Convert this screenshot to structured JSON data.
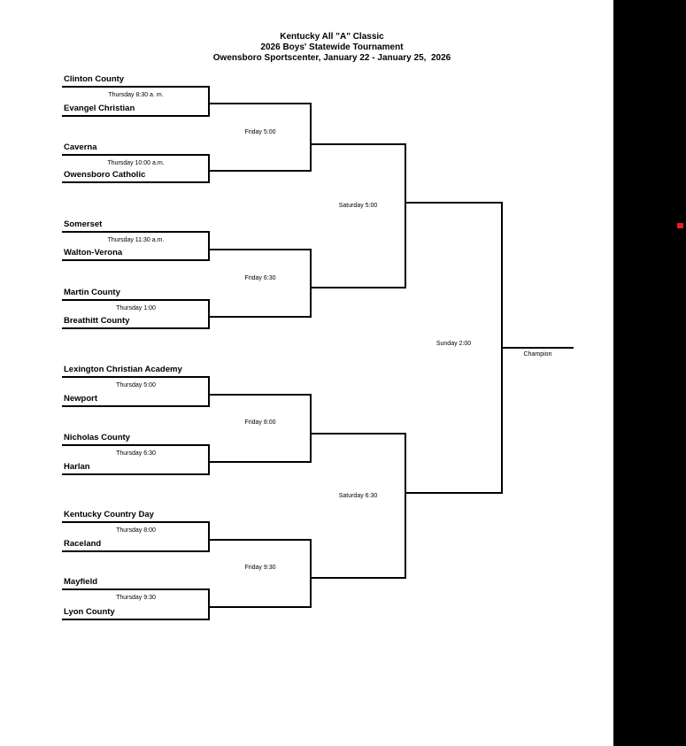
{
  "colors": {
    "background": "#ffffff",
    "line": "#000000",
    "right_panel": "#000000",
    "red_marker": "#ec1c24"
  },
  "title": {
    "line1": "Kentucky All \"A\" Classic",
    "line2": "2026 Boys' Statewide Tournament",
    "line3": "Owensboro Sportscenter, January 22 - January 25,  2026"
  },
  "bracket": {
    "round1": [
      {
        "team1": "Clinton County",
        "team2": "Evangel Christian",
        "time": "Thursday 8:30 a. m."
      },
      {
        "team1": "Caverna",
        "team2": "Owensboro Catholic",
        "time": "Thursday 10:00 a.m."
      },
      {
        "team1": "Somerset",
        "team2": "Walton-Verona",
        "time": "Thursday 11:30 a.m."
      },
      {
        "team1": "Martin County",
        "team2": "Breathitt County",
        "time": "Thursday 1:00"
      },
      {
        "team1": "Lexington Christian Academy",
        "team2": "Newport",
        "time": "Thursday 5:00"
      },
      {
        "team1": "Nicholas County",
        "team2": "Harlan",
        "time": "Thursday 6:30"
      },
      {
        "team1": "Kentucky Country Day",
        "team2": "Raceland",
        "time": "Thursday 8:00"
      },
      {
        "team1": "Mayfield",
        "team2": "Lyon County",
        "time": "Thursday 9:30"
      }
    ],
    "quarterfinals": [
      {
        "time": "Friday 5:00"
      },
      {
        "time": "Friday 6:30"
      },
      {
        "time": "Friday 8:00"
      },
      {
        "time": "Friday 9:30"
      }
    ],
    "semifinals": [
      {
        "time": "Saturday 5:00"
      },
      {
        "time": "Saturday 6:30"
      }
    ],
    "final": {
      "time": "Sunday 2:00",
      "champion_label": "Champion"
    }
  }
}
